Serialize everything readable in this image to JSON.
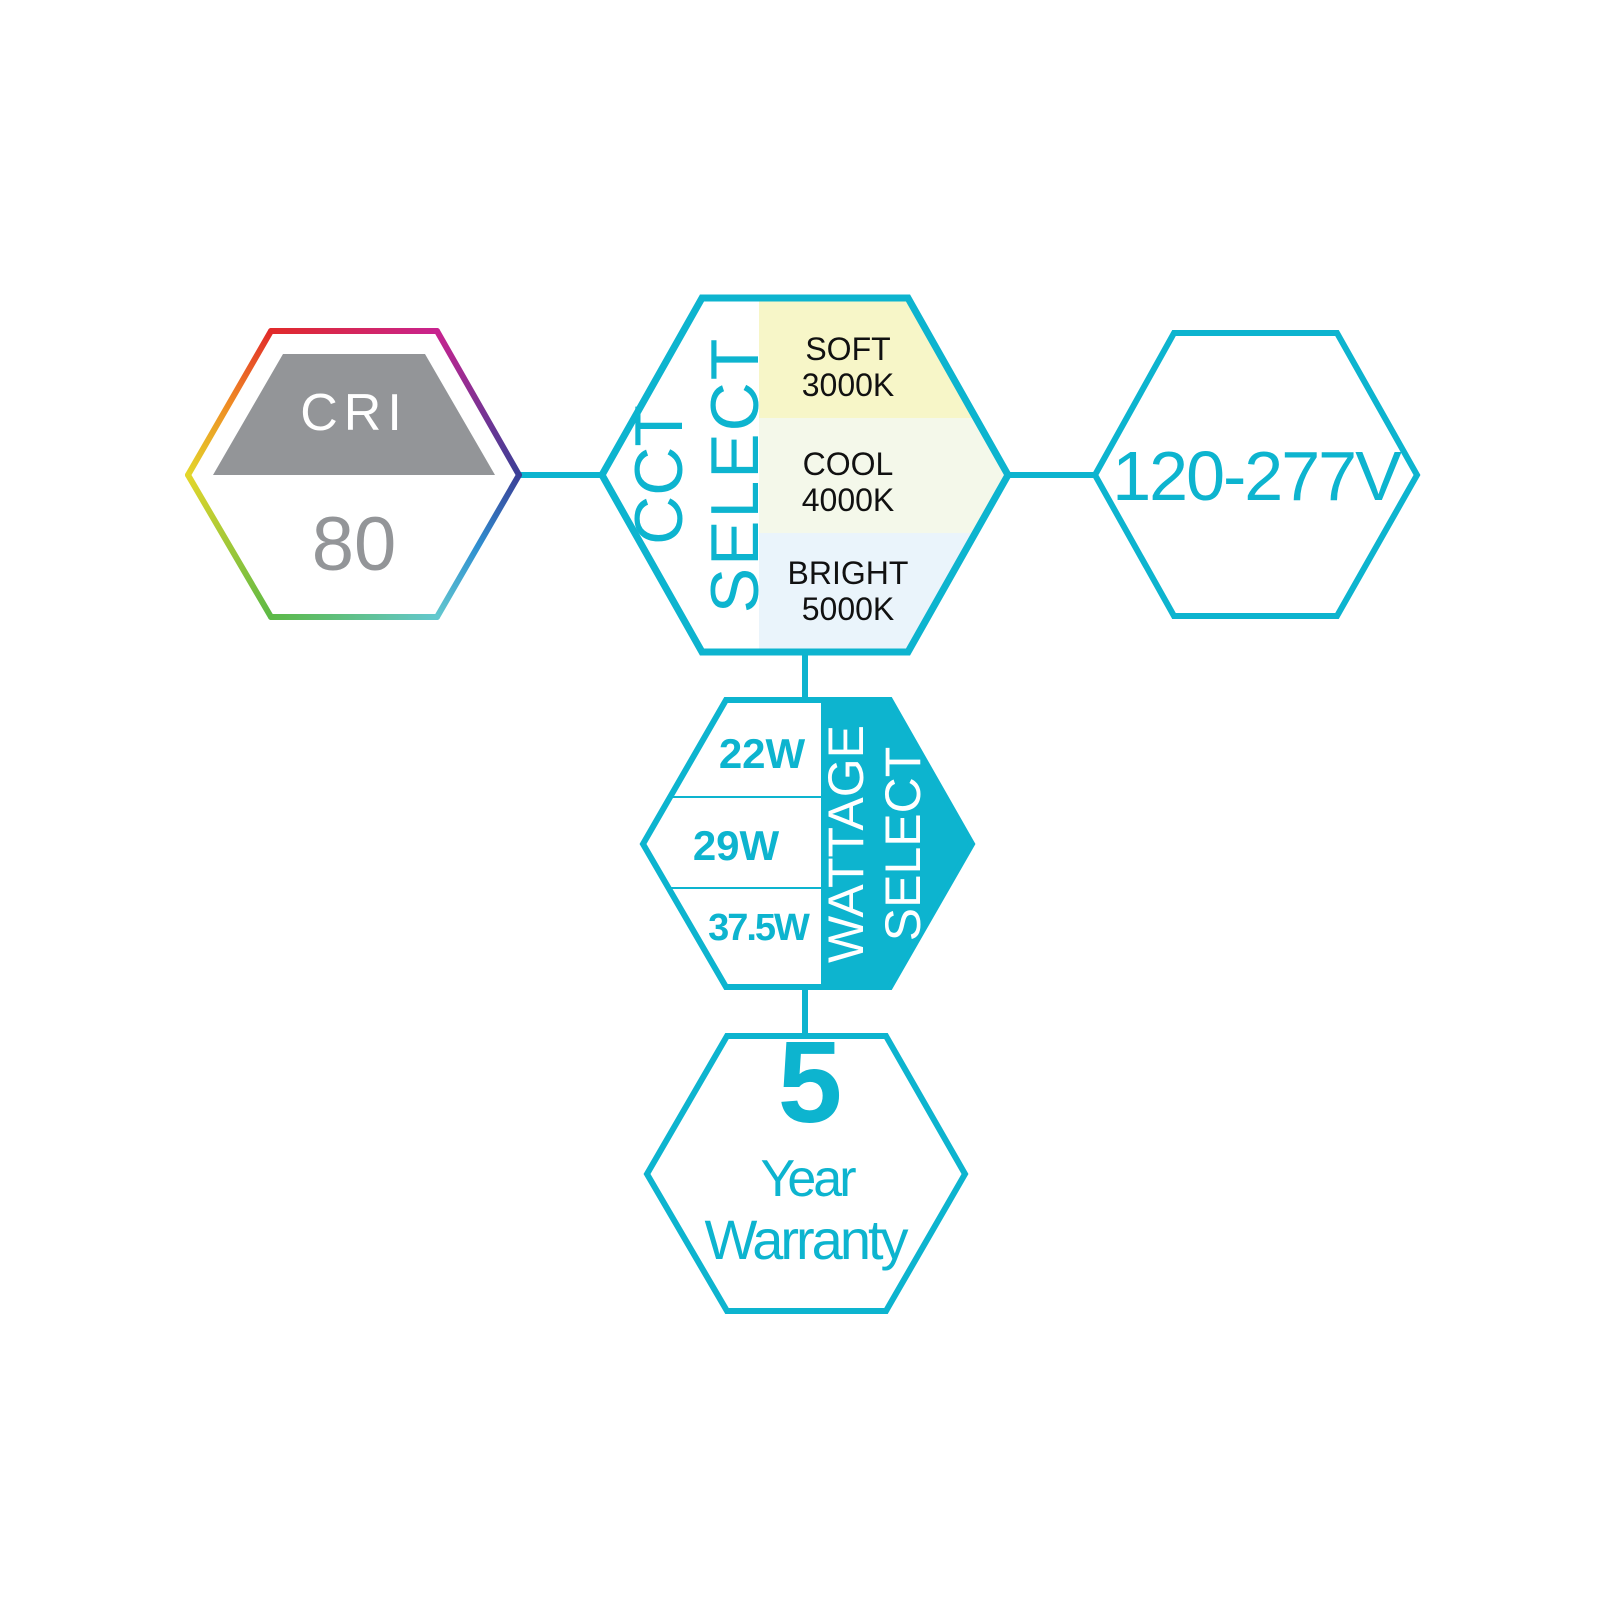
{
  "colors": {
    "accent": "#0db4cf",
    "gray": "#939598",
    "soft": "#f7f6c8",
    "cool": "#f4f8ea",
    "bright": "#eaf4fb"
  },
  "cri": {
    "label": "CRI",
    "value": "80"
  },
  "cct": {
    "title_line1": "CCT",
    "title_line2": "SELECT",
    "options": [
      {
        "name": "SOFT",
        "temp": "3000K"
      },
      {
        "name": "COOL",
        "temp": "4000K"
      },
      {
        "name": "BRIGHT",
        "temp": "5000K"
      }
    ]
  },
  "voltage": {
    "label": "120-277V"
  },
  "wattage": {
    "title_line1": "WATTAGE",
    "title_line2": "SELECT",
    "options": [
      "22W",
      "29W",
      "37.5W"
    ]
  },
  "warranty": {
    "years": "5",
    "line1": "Year",
    "line2": "Warranty"
  }
}
